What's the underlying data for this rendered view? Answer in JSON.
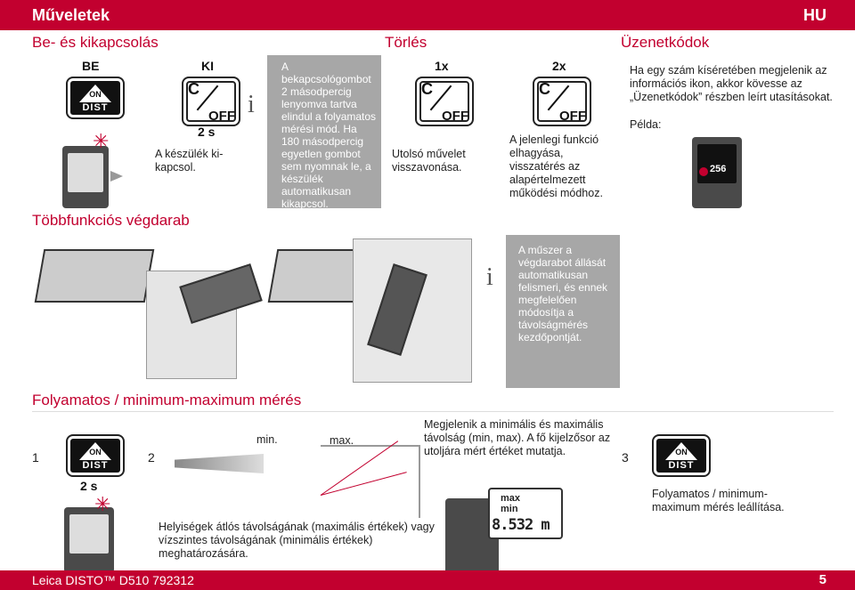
{
  "header": {
    "title": "Műveletek",
    "lang": "HU"
  },
  "sections": {
    "onoff": "Be- és kikapcsolás",
    "clear": "Törlés",
    "messages": "Üzenetkódok",
    "multi": "Többfunkciós végdarab",
    "minmax": "Folyamatos / minimum-maximum mérés"
  },
  "onoff": {
    "on_label": "BE",
    "off_label": "KI",
    "key_on": "ON",
    "key_dist": "DIST",
    "key_c": "C",
    "key_off": "OFF",
    "duration": "2 s",
    "on_text": "A készülék ki-kapcsol.",
    "info_text": "A bekapcsológombot 2 másodpercig lenyomva tartva elindul a folyamatos mérési mód. Ha 180 másodpercig egyetlen gombot sem nyomnak le, a készülék automatikusan kikapcsol."
  },
  "clear": {
    "once": "1x",
    "twice": "2x",
    "once_text": "Utolsó művelet visszavonása.",
    "twice_text": "A jelenlegi funkció elhagyása, visszatérés az alapértelmezett működési módhoz."
  },
  "messages": {
    "text": "Ha egy szám kíséretében megjelenik az információs ikon, akkor kövesse az „Üzenetkódok” részben leírt utasításokat.",
    "example": "Példa:",
    "code": "256"
  },
  "multi": {
    "info_text": "A műszer a végdarabot állását automatikusan felismeri, és ennek megfelelően módosítja a távolságmérés kezdőpontját."
  },
  "minmax": {
    "step1": "1",
    "step2": "2",
    "step3": "3",
    "min_label": "min.",
    "max_label": "max.",
    "desc": "Megjelenik a minimális és maximális távolság (min, max). A fő kijelzősor az utoljára mért értéket mutatja.",
    "rooms_text": "Helyiségek átlós távolságának (maximális értékek) vagy vízszintes távolságának (minimális értékek) meghatározására.",
    "display_max": "max",
    "display_min": "min",
    "display_value": "8.532 m",
    "stop_text": "Folyamatos / minimum-maximum mérés leállítása."
  },
  "footer": {
    "product": "Leica DISTO™ D510 792312",
    "page": "5"
  },
  "colors": {
    "accent": "#c2002f",
    "panel": "#a7a7a7"
  }
}
